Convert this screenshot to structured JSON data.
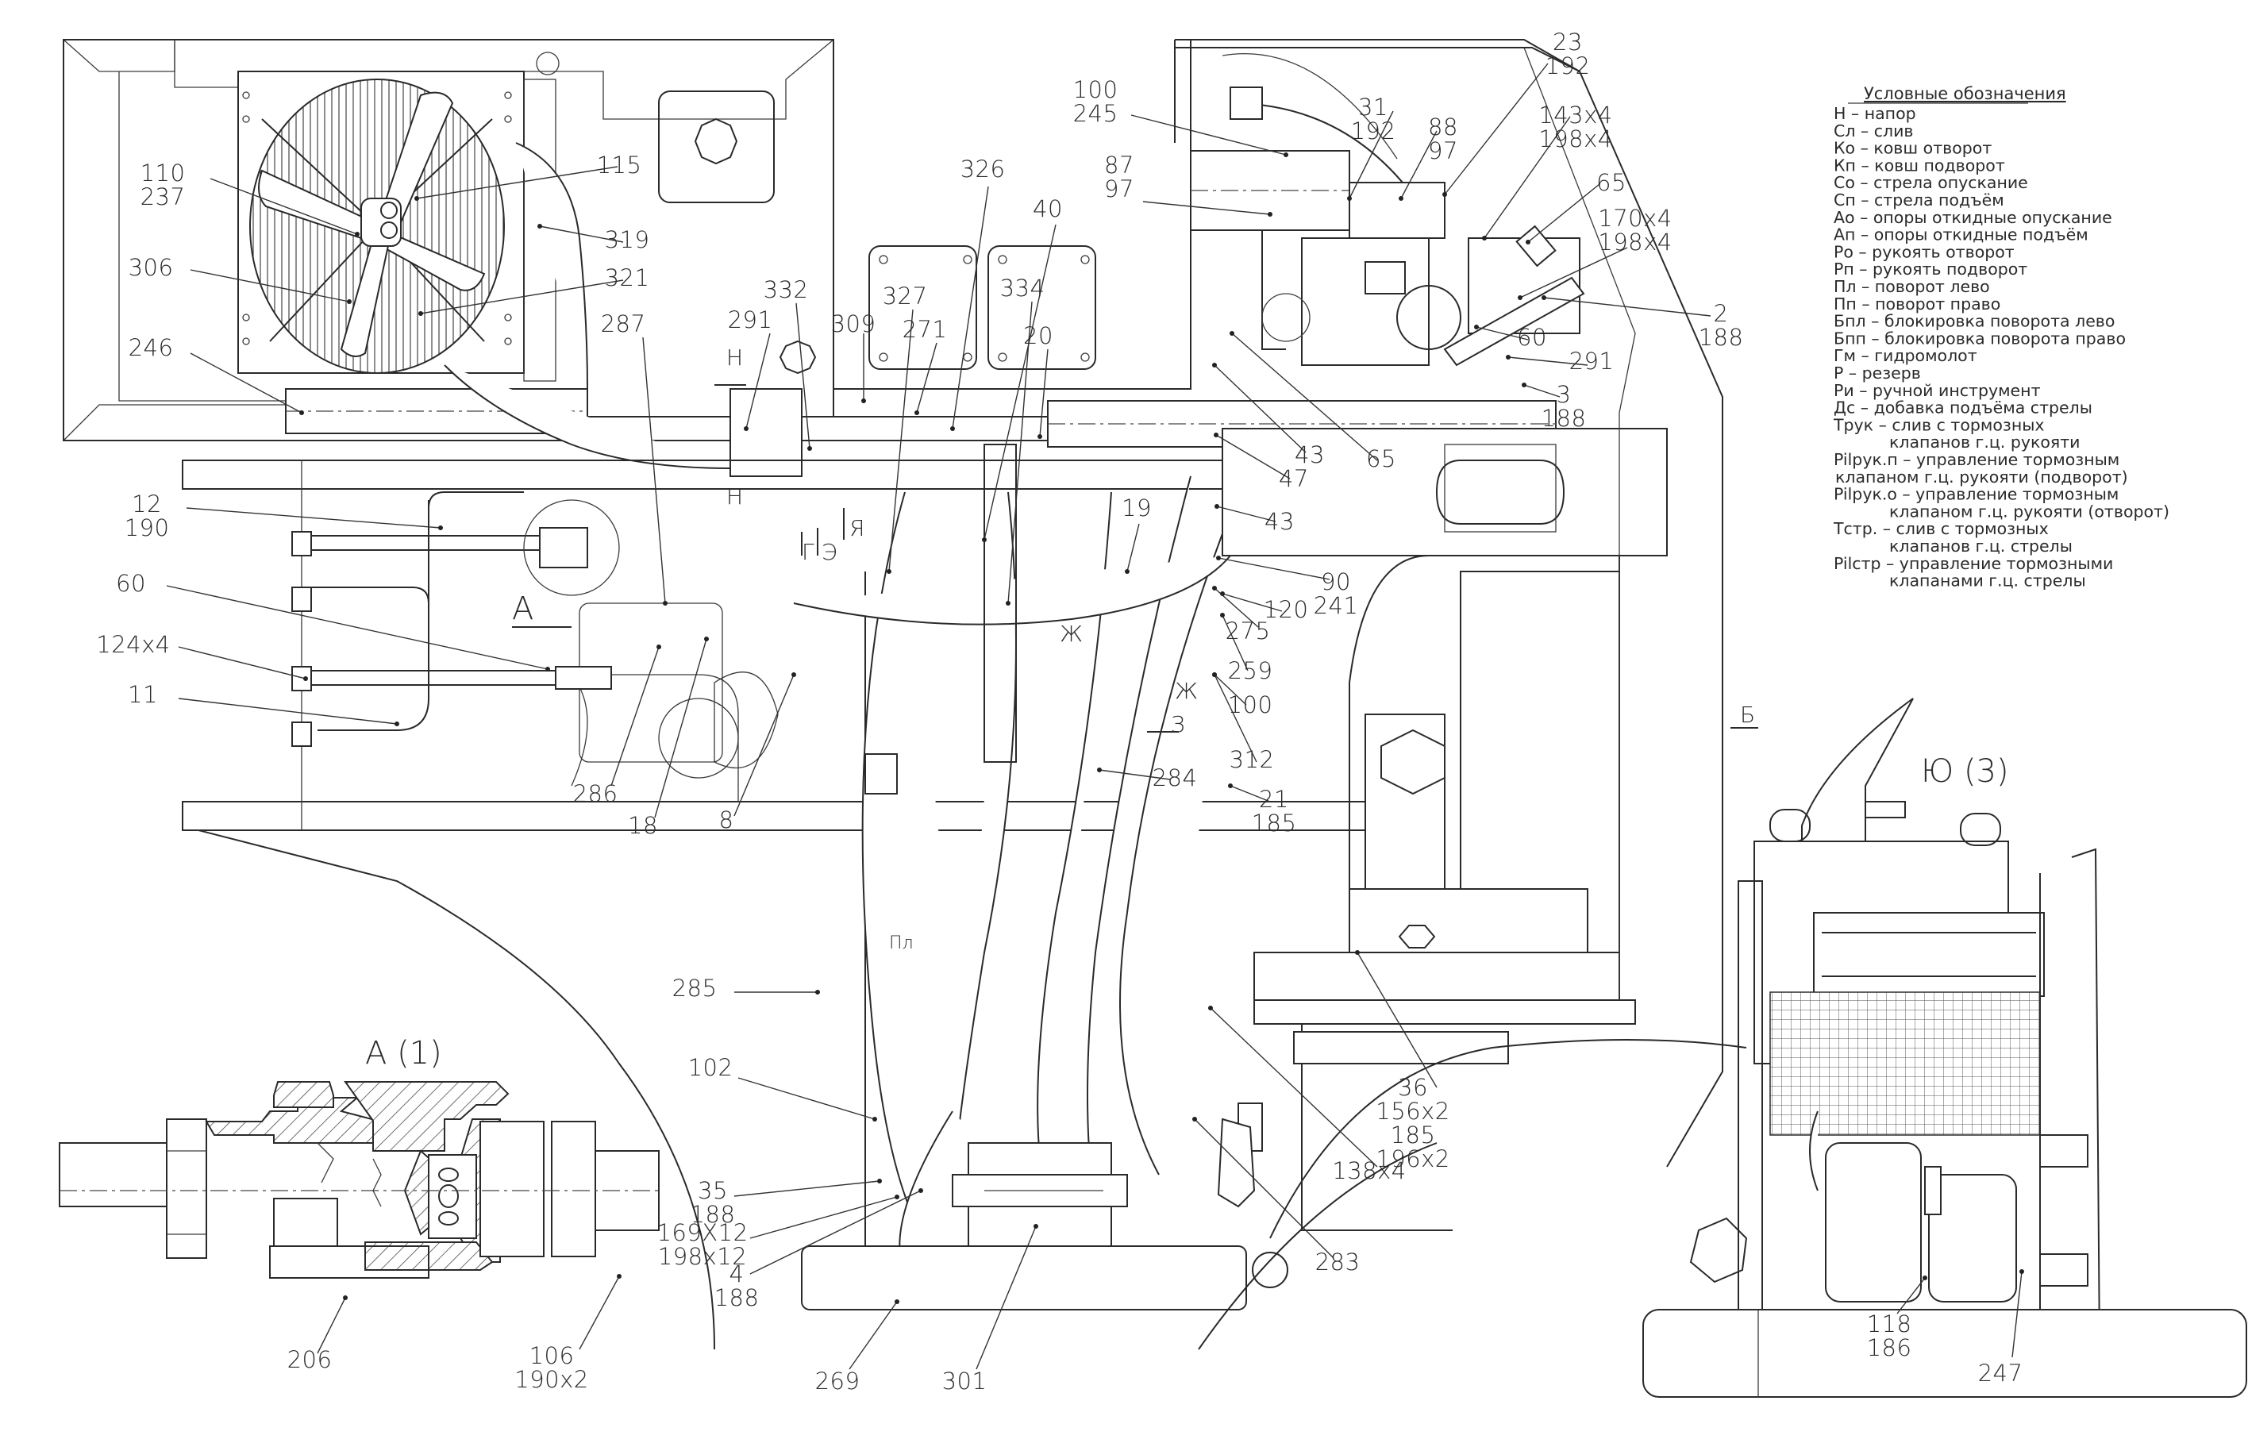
{
  "drawing": {
    "type": "hydraulic system assembly layout",
    "legend": {
      "title": "Условные обозначения",
      "entries": [
        "Н – напор",
        "Сл – слив",
        "Ко – ковш отворот",
        "Кп – ковш подворот",
        "Со – стрела опускание",
        "Сп – стрела подъём",
        "Ао – опоры откидные опускание",
        "Ап – опоры откидные подъём",
        "Ро – рукоять отворот",
        "Рп – рукоять подворот",
        "Пл – поворот лево",
        "Пп – поворот право",
        "Бпл – блокировка поворота лево",
        "Бпп – блокировка поворота право",
        "Гм – гидромолот",
        "Р – резерв",
        "Ри – ручной инструмент",
        "Дс – добавка подъёма стрелы",
        "Трук – слив с тормозных",
        "клапанов г.ц. рукояти",
        "Pilрук.п – управление тормозным",
        "клапаном г.ц. рукояти (подворот)",
        "Pilрук.о – управление тормозным",
        "клапаном г.ц. рукояти (отворот)",
        "Тстр. – слив с тормозных",
        "клапанов г.ц. стрелы",
        "Pilстр – управление тормозными",
        "клапанами г.ц. стрелы"
      ]
    },
    "views": {
      "detail_a": "А  (1)",
      "view_yu": "Ю (3)"
    },
    "section_markers": [
      "Н",
      "Н",
      "А",
      "Г",
      "Э",
      "Я",
      "Ж",
      "Ж",
      "З",
      "Б",
      "Пл"
    ],
    "callouts": {
      "c110": [
        "110",
        "237"
      ],
      "c115": [
        "115"
      ],
      "c319": [
        "319"
      ],
      "c306": [
        "306"
      ],
      "c321": [
        "321"
      ],
      "c246": [
        "246"
      ],
      "c287": [
        "287"
      ],
      "c291a": [
        "291"
      ],
      "c332": [
        "332"
      ],
      "c309": [
        "309"
      ],
      "c327": [
        "327"
      ],
      "c271": [
        "271"
      ],
      "c326": [
        "326"
      ],
      "c40": [
        "40"
      ],
      "c334": [
        "334"
      ],
      "c20": [
        "20"
      ],
      "c100a": [
        "100",
        "245"
      ],
      "c87": [
        "87",
        "97"
      ],
      "c31": [
        "31",
        "192"
      ],
      "c88": [
        "88",
        "97"
      ],
      "c23": [
        "23",
        "192"
      ],
      "c143": [
        "143x4",
        "198x4"
      ],
      "c65a": [
        "65"
      ],
      "c170": [
        "170x4",
        "198x4"
      ],
      "c2": [
        "2",
        "188"
      ],
      "c60a": [
        "60"
      ],
      "c291b": [
        "291"
      ],
      "c3": [
        "3",
        "188"
      ],
      "c65b": [
        "65"
      ],
      "c43a": [
        "43"
      ],
      "c47": [
        "47"
      ],
      "c43b": [
        "43"
      ],
      "c19": [
        "19"
      ],
      "c90": [
        "90",
        "241"
      ],
      "c120": [
        "120"
      ],
      "c275": [
        "275"
      ],
      "c259": [
        "259"
      ],
      "c100b": [
        "100"
      ],
      "c312": [
        "312"
      ],
      "c284": [
        "284"
      ],
      "c21": [
        "21",
        "185"
      ],
      "c12": [
        "12",
        "190"
      ],
      "c60b": [
        "60"
      ],
      "c124": [
        "124x4"
      ],
      "c11": [
        "11"
      ],
      "c286": [
        "286"
      ],
      "c18": [
        "18"
      ],
      "c8": [
        "8"
      ],
      "c285": [
        "285"
      ],
      "c102": [
        "102"
      ],
      "c35": [
        "35",
        "188"
      ],
      "c169": [
        "169X12",
        "198x12"
      ],
      "c4": [
        "4",
        "188"
      ],
      "c269": [
        "269"
      ],
      "c301": [
        "301"
      ],
      "c283": [
        "283"
      ],
      "c138": [
        "138x4"
      ],
      "c36": [
        "36",
        "156x2",
        "185",
        "196x2"
      ],
      "c206": [
        "206"
      ],
      "c106": [
        "106",
        "190x2"
      ],
      "c118": [
        "118",
        "186"
      ],
      "c247": [
        "247"
      ]
    }
  }
}
